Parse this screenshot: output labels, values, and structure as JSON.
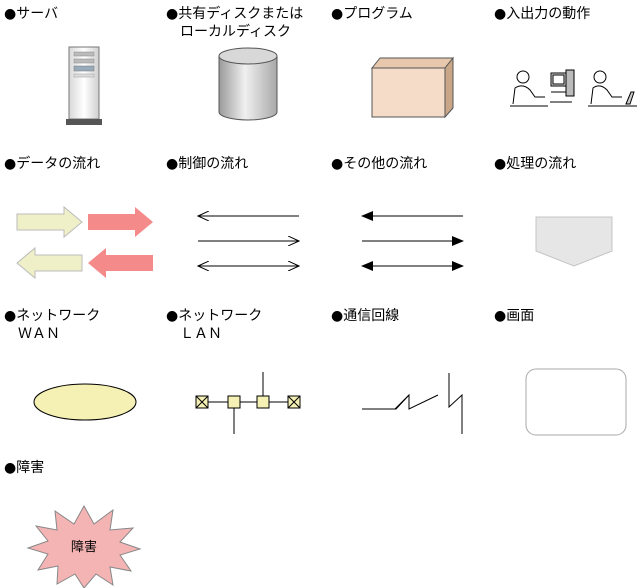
{
  "bullet": "●",
  "items": [
    {
      "key": "server",
      "label": "サーバ"
    },
    {
      "key": "shared-disk",
      "label": "共有ディスクまたは",
      "label2": "ローカルディスク"
    },
    {
      "key": "program",
      "label": "プログラム"
    },
    {
      "key": "io-operation",
      "label": "入出力の動作"
    },
    {
      "key": "data-flow",
      "label": "データの流れ"
    },
    {
      "key": "control-flow",
      "label": "制御の流れ"
    },
    {
      "key": "other-flow",
      "label": "その他の流れ"
    },
    {
      "key": "process-flow",
      "label": "処理の流れ"
    },
    {
      "key": "network-wan",
      "label": "ネットワーク",
      "label2": "ＷＡＮ"
    },
    {
      "key": "network-lan",
      "label": "ネットワーク",
      "label2": "ＬＡＮ"
    },
    {
      "key": "comm-line",
      "label": "通信回線"
    },
    {
      "key": "screen",
      "label": "画面"
    },
    {
      "key": "fault",
      "label": "障害"
    }
  ],
  "fault_burst_text": "障害",
  "colors": {
    "data_flow_light": "#f0f0c8",
    "data_flow_pink": "#f58a8a",
    "program_box": "#f5dcc8",
    "wan_ellipse": "#f5f0b4",
    "lan_node": "#f5f0b4",
    "fault_burst": "#f5b4b4",
    "process_shape": "#e6e6e6",
    "disk_gray": "#c8c8c8"
  }
}
